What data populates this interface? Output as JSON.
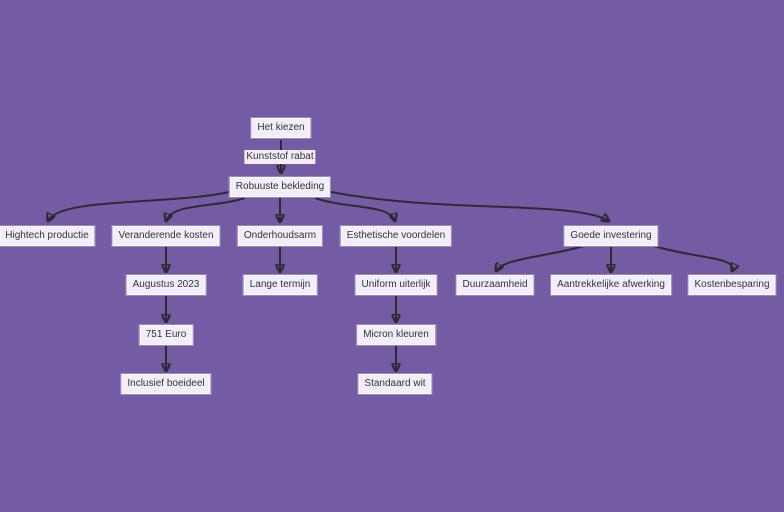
{
  "colors": {
    "background": "#745ca4",
    "node_fill": "#f1eefa",
    "node_border": "#9585c8",
    "node_text": "#333333",
    "edge": "#2e2b30"
  },
  "diagram": {
    "type": "flowchart-tree",
    "nodes": {
      "het_kiezen": "Het kiezen",
      "robuuste_bekleding": "Robuuste bekleding",
      "hightech_productie": "Hightech productie",
      "veranderende_kosten": "Veranderende kosten",
      "onderhoudsarm": "Onderhoudsarm",
      "esthetische_voordelen": "Esthetische voordelen",
      "goede_investering": "Goede investering",
      "augustus_2023": "Augustus 2023",
      "euro_751": "751 Euro",
      "inclusief_boeideel": "Inclusief boeideel",
      "lange_termijn": "Lange termijn",
      "uniform_uiterlijk": "Uniform uiterlijk",
      "micron_kleuren": "Micron kleuren",
      "standaard_wit": "Standaard wit",
      "duurzaamheid": "Duurzaamheid",
      "aantrekkelijke_afwerking": "Aantrekkelijke afwerking",
      "kostenbesparing": "Kostenbesparing"
    },
    "edges": [
      {
        "from": "Het kiezen",
        "to": "Robuuste bekleding",
        "label": "Kunststof rabat"
      },
      {
        "from": "Robuuste bekleding",
        "to": "Hightech productie"
      },
      {
        "from": "Robuuste bekleding",
        "to": "Veranderende kosten"
      },
      {
        "from": "Robuuste bekleding",
        "to": "Onderhoudsarm"
      },
      {
        "from": "Robuuste bekleding",
        "to": "Esthetische voordelen"
      },
      {
        "from": "Robuuste bekleding",
        "to": "Goede investering"
      },
      {
        "from": "Veranderende kosten",
        "to": "Augustus 2023"
      },
      {
        "from": "Augustus 2023",
        "to": "751 Euro"
      },
      {
        "from": "751 Euro",
        "to": "Inclusief boeideel"
      },
      {
        "from": "Onderhoudsarm",
        "to": "Lange termijn"
      },
      {
        "from": "Esthetische voordelen",
        "to": "Uniform uiterlijk"
      },
      {
        "from": "Uniform uiterlijk",
        "to": "Micron kleuren"
      },
      {
        "from": "Micron kleuren",
        "to": "Standaard wit"
      },
      {
        "from": "Goede investering",
        "to": "Duurzaamheid"
      },
      {
        "from": "Goede investering",
        "to": "Aantrekkelijke afwerking"
      },
      {
        "from": "Goede investering",
        "to": "Kostenbesparing"
      }
    ]
  }
}
